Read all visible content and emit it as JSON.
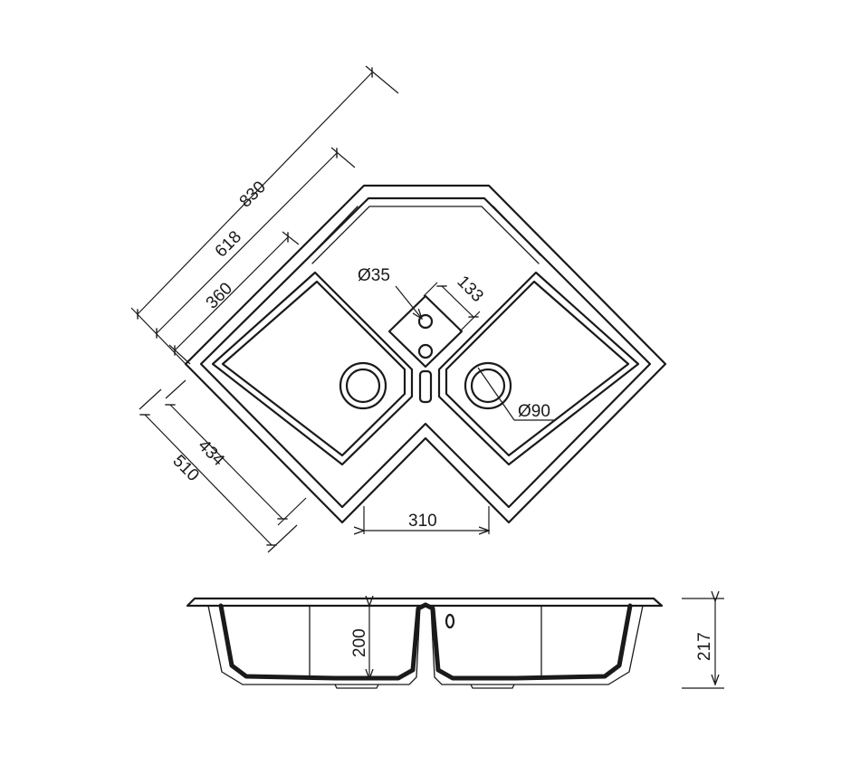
{
  "dimensions": {
    "overall_length": "830",
    "inner_length": "618",
    "bowl_length": "360",
    "depth_inner": "434",
    "depth_outer": "510",
    "front_width": "310",
    "tap_hole_diameter": "Ø35",
    "tap_deck": "133",
    "drain_diameter": "Ø90",
    "bowl_depth": "200",
    "total_height": "217"
  }
}
